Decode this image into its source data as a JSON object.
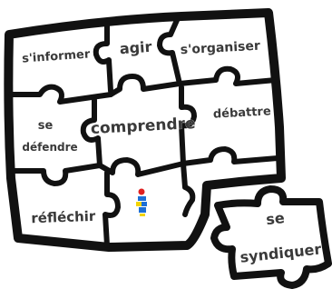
{
  "puzzle": {
    "pieces": [
      {
        "id": "s-informer",
        "label": "s'informer"
      },
      {
        "id": "agir",
        "label": "agir"
      },
      {
        "id": "s-organiser",
        "label": "s'organiser"
      },
      {
        "id": "se-defendre",
        "line1": "se",
        "line2": "défendre"
      },
      {
        "id": "comprendre",
        "label": "comprendre"
      },
      {
        "id": "debattre",
        "label": "débattre"
      },
      {
        "id": "reflechir",
        "label": "réfléchir"
      },
      {
        "id": "logo",
        "icon": "figure-logo-icon"
      },
      {
        "id": "se-syndiquer",
        "line1": "se",
        "line2": "syndiquer"
      }
    ],
    "colors": {
      "outline": "#111111",
      "text": "#3a3a3a",
      "logo_blue": "#1d6fd6",
      "logo_yellow": "#f3d400",
      "logo_red": "#e02020"
    }
  }
}
